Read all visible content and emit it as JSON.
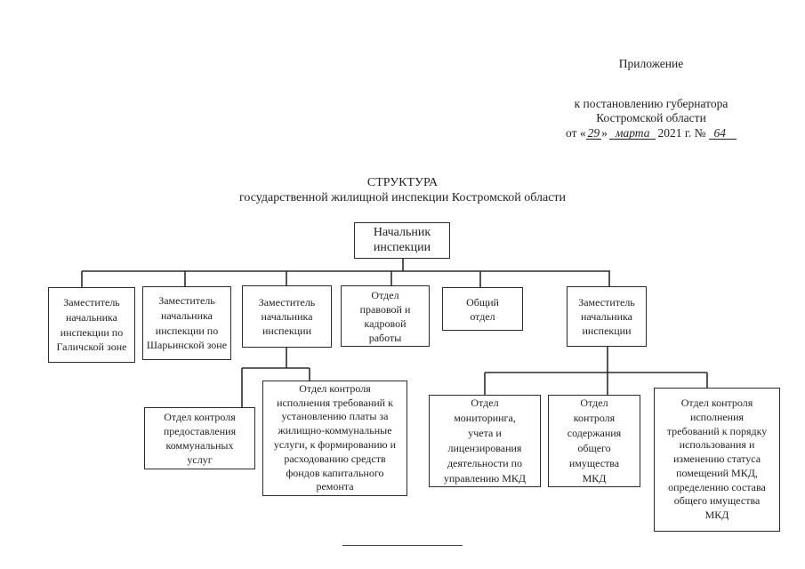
{
  "document": {
    "appendix": "Приложение",
    "decree_line1": "к постановлению губернатора",
    "decree_line2": "Костромской области",
    "date": {
      "prefix": "от «",
      "day": "29",
      "close": "»",
      "month": "марта",
      "year_part": "2021 г. №",
      "number": "64"
    },
    "title_line1": "СТРУКТУРА",
    "title_line2": "государственной жилищной инспекции Костромской области"
  },
  "org": {
    "root": {
      "label": "Начальник инспекции"
    },
    "level2": [
      {
        "label": "Заместитель начальника инспекции по Галичской зоне"
      },
      {
        "label": "Заместитель начальника инспекции по Шарьинской зоне"
      },
      {
        "label": "Заместитель начальника инспекции"
      },
      {
        "label": "Отдел правовой и кадровой работы"
      },
      {
        "label": "Общий отдел"
      },
      {
        "label": "Заместитель начальника инспекции"
      }
    ],
    "left_deputy_departments": [
      {
        "label": "Отдел контроля предоставления коммунальных услуг"
      },
      {
        "label": "Отдел контроля исполнения требований к установлению платы за жилищно-коммунальные услуги, к формированию и расходованию средств фондов капитального ремонта"
      }
    ],
    "right_deputy_departments": [
      {
        "label": "Отдел мониторинга, учета и лицензирования деятельности по управлению МКД"
      },
      {
        "label": "Отдел контроля содержания общего имущества МКД"
      },
      {
        "label": "Отдел контроля исполнения требований к порядку использования и изменению статуса помещений МКД, определению состава общего имущества МКД"
      }
    ]
  },
  "colors": {
    "ink": "#1f1f1f",
    "paper": "#ffffff"
  }
}
